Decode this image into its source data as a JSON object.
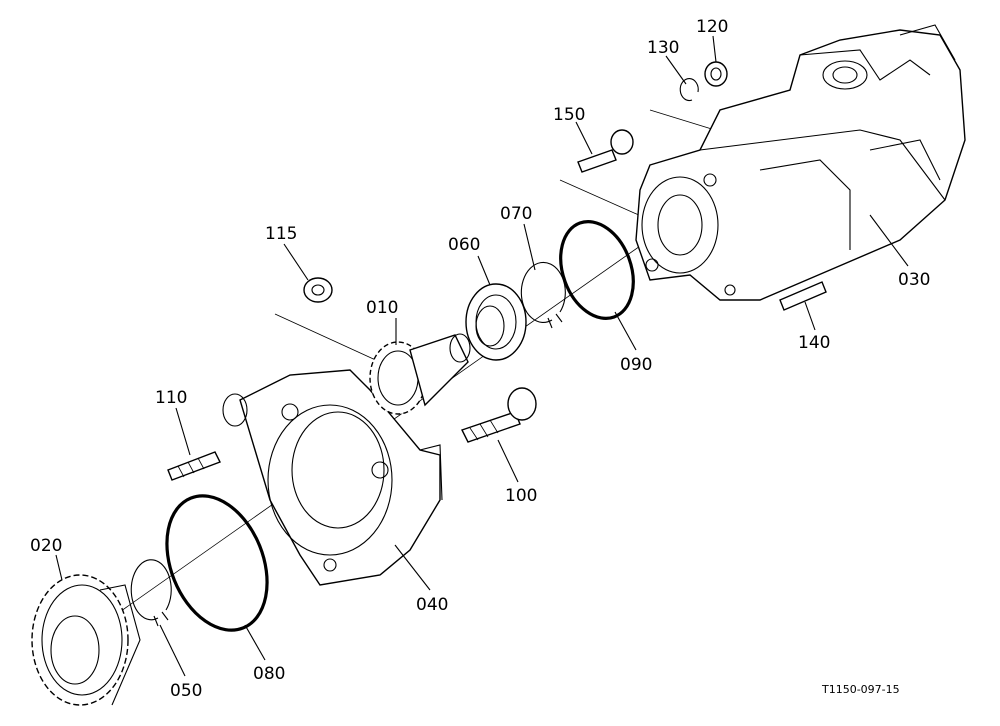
{
  "diagram": {
    "drawing_code": "T1150-097-15",
    "parts": [
      {
        "id": "p010",
        "label": "010"
      },
      {
        "id": "p020",
        "label": "020"
      },
      {
        "id": "p030",
        "label": "030"
      },
      {
        "id": "p040",
        "label": "040"
      },
      {
        "id": "p050",
        "label": "050"
      },
      {
        "id": "p060",
        "label": "060"
      },
      {
        "id": "p070",
        "label": "070"
      },
      {
        "id": "p080",
        "label": "080"
      },
      {
        "id": "p090",
        "label": "090"
      },
      {
        "id": "p100",
        "label": "100"
      },
      {
        "id": "p110",
        "label": "110"
      },
      {
        "id": "p115",
        "label": "115"
      },
      {
        "id": "p120",
        "label": "120"
      },
      {
        "id": "p130",
        "label": "130"
      },
      {
        "id": "p140",
        "label": "140"
      },
      {
        "id": "p150",
        "label": "150"
      }
    ]
  }
}
